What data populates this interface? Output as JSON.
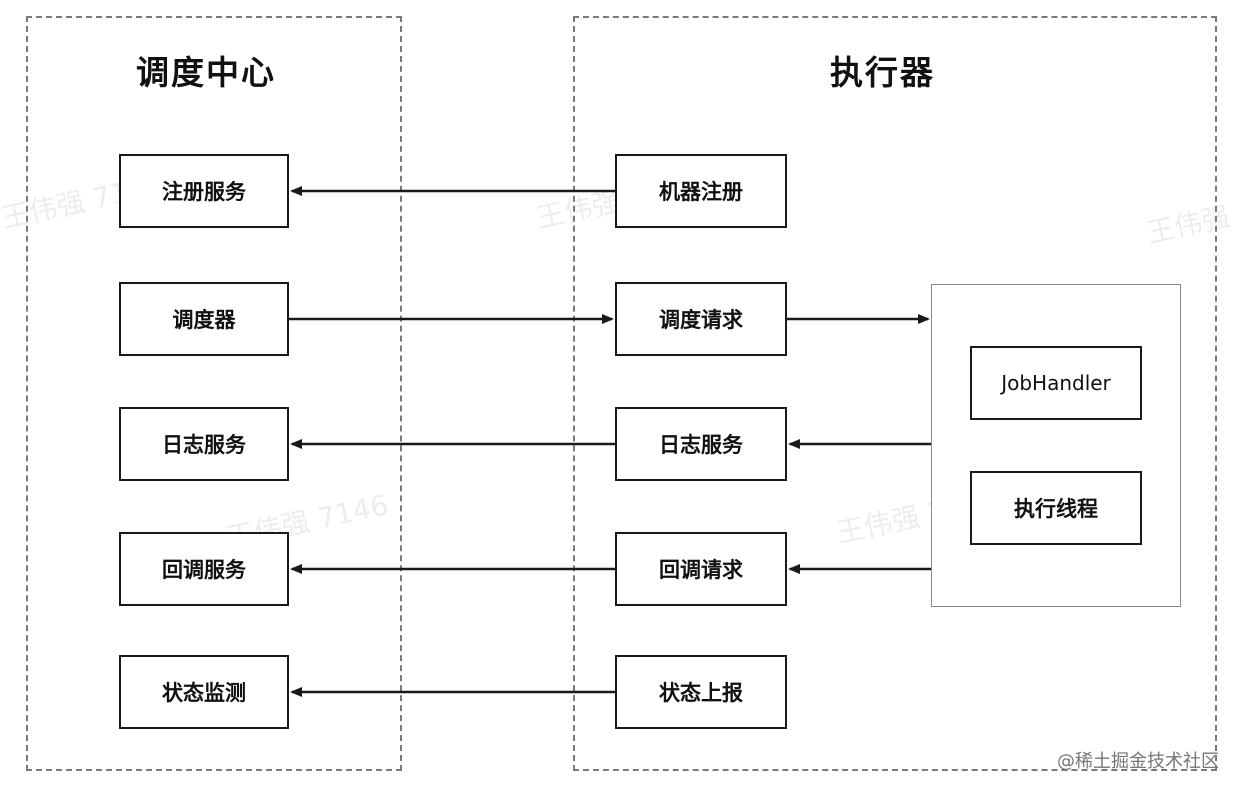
{
  "groups": {
    "scheduler_center": {
      "title": "调度中心"
    },
    "executor": {
      "title": "执行器"
    }
  },
  "left_nodes": {
    "register_service": "注册服务",
    "scheduler": "调度器",
    "log_service": "日志服务",
    "callback_service": "回调服务",
    "status_monitor": "状态监测"
  },
  "middle_nodes": {
    "machine_register": "机器注册",
    "schedule_request": "调度请求",
    "log_service": "日志服务",
    "callback_request": "回调请求",
    "status_report": "状态上报"
  },
  "executor_box": {
    "job_handler": "JobHandler",
    "exec_thread": "执行线程"
  },
  "watermarks": {
    "text": "王伟强 7146",
    "footer": "@稀土掘金技术社区"
  },
  "colors": {
    "line": "#1a1a1a",
    "dashed_border": "#7a7a7a",
    "container_border": "#8a8a8a"
  }
}
